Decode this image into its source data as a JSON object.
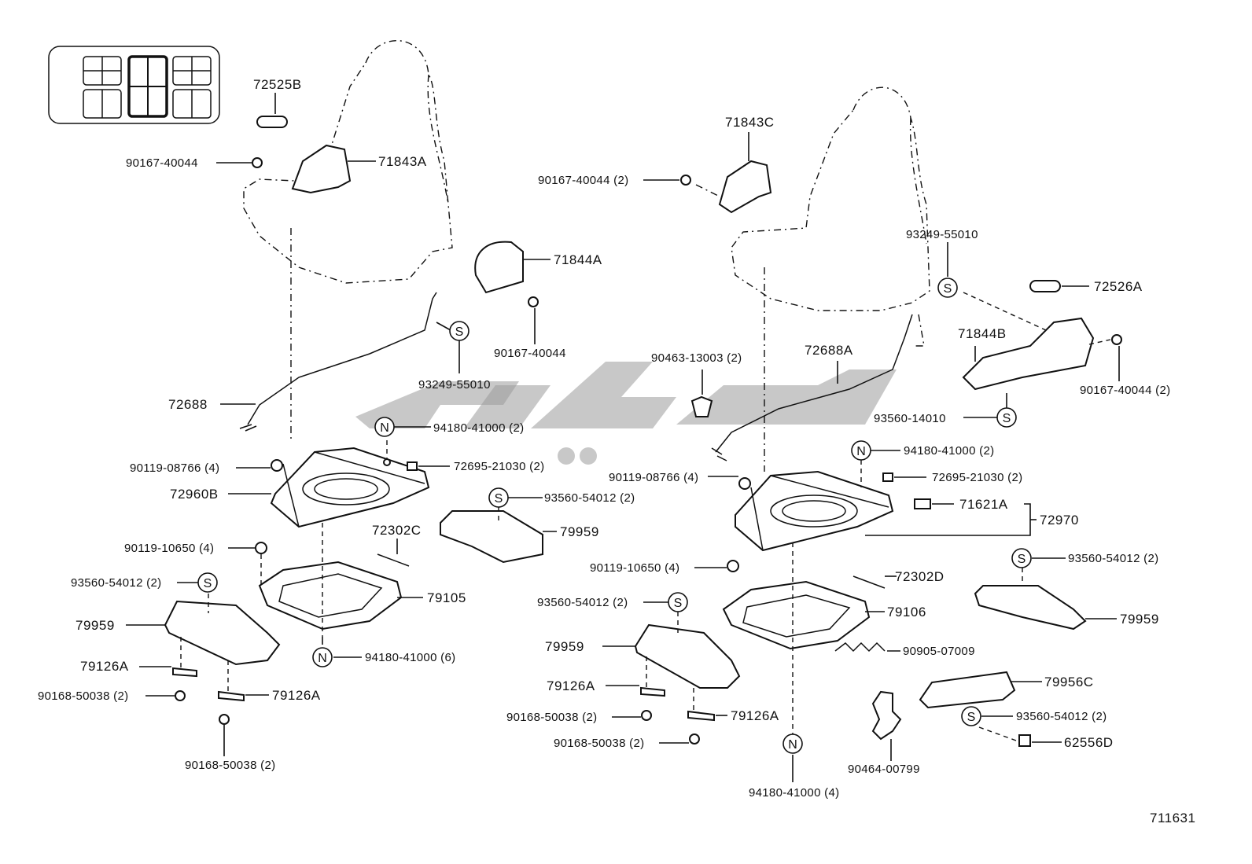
{
  "diagram": {
    "figure_id": "711631",
    "legend_grid": {
      "cells": 6,
      "highlighted_index": 1
    },
    "symbols": {
      "screw_mark": "S",
      "nut_mark": "N"
    },
    "labels": {
      "l01": "72525B",
      "l02": "90167-40044",
      "l03": "71843A",
      "l04": "71844A",
      "l05": "90167-40044",
      "l06": "93249-55010",
      "l07": "72688",
      "l08": "94180-41000 (2)",
      "l09": "90119-08766 (4)",
      "l10": "72695-21030 (2)",
      "l11": "72960B",
      "l12": "93560-54012 (2)",
      "l13": "79959",
      "l14": "72302C",
      "l15": "90119-10650 (4)",
      "l16": "93560-54012 (2)",
      "l17": "79105",
      "l18": "79959",
      "l19": "79126A",
      "l20": "94180-41000 (6)",
      "l21": "90168-50038 (2)",
      "l22": "79126A",
      "l23": "90168-50038 (2)",
      "r01": "71843C",
      "r02": "90167-40044 (2)",
      "r03": "93249-55010",
      "r04": "72526A",
      "r05": "71844B",
      "r06": "90463-13003 (2)",
      "r07": "72688A",
      "r08": "90167-40044 (2)",
      "r09": "93560-14010",
      "r10": "94180-41000 (2)",
      "r11": "90119-08766 (4)",
      "r12": "72695-21030 (2)",
      "r13": "71621A",
      "r14": "72970",
      "r15": "90119-10650 (4)",
      "r16": "93560-54012 (2)",
      "r17": "72302D",
      "r18": "93560-54012 (2)",
      "r19": "79106",
      "r20": "79959",
      "r21": "79959",
      "r22": "90905-07009",
      "r23": "79126A",
      "r24": "79956C",
      "r25": "90168-50038 (2)",
      "r26": "79126A",
      "r27": "93560-54012 (2)",
      "r28": "90168-50038 (2)",
      "r29": "62556D",
      "r30": "90464-00799",
      "r31": "94180-41000 (4)"
    }
  }
}
